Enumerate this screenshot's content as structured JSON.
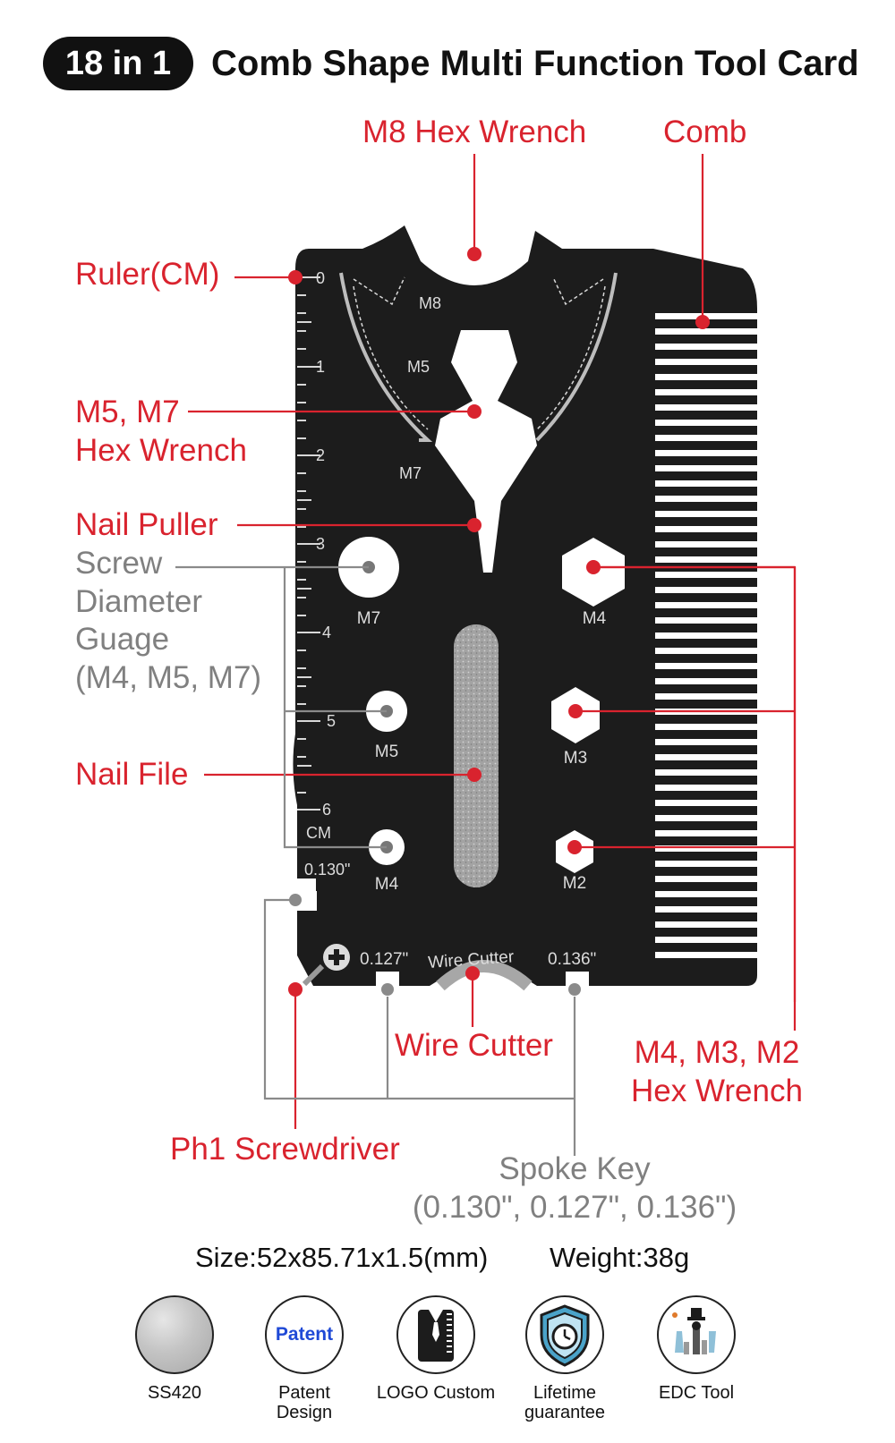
{
  "header": {
    "badge": "18 in 1",
    "title": "Comb Shape Multi Function Tool Card"
  },
  "labels": {
    "m8_hex_wrench": "M8 Hex Wrench",
    "comb": "Comb",
    "ruler_cm": "Ruler(CM)",
    "m5_m7_line1": "M5, M7",
    "m5_m7_line2": "Hex Wrench",
    "nail_puller": "Nail Puller",
    "screw_gauge_lines": [
      "Screw",
      "Diameter",
      "Guage",
      "(M4, M5, M7)"
    ],
    "nail_file": "Nail File",
    "wire_cutter": "Wire Cutter",
    "m4_m3_m2_line1": "M4, M3, M2",
    "m4_m3_m2_line2": "Hex Wrench",
    "ph1_screwdriver": "Ph1 Screwdriver",
    "spoke_key_line1": "Spoke Key",
    "spoke_key_line2": "(0.130\", 0.127\", 0.136\")"
  },
  "card_markings": {
    "ruler_ticks": [
      "0",
      "1",
      "2",
      "3",
      "4",
      "5",
      "6"
    ],
    "ruler_unit": "CM",
    "hex_m8": "M8",
    "hex_m5": "M5",
    "hex_m7": "M7",
    "hole_m7": "M7",
    "hole_m5": "M5",
    "hole_m4": "M4",
    "hex_m4": "M4",
    "hex_m3": "M3",
    "hex_m2": "M2",
    "spoke_0130": "0.130\"",
    "spoke_0127": "0.127\"",
    "spoke_0136": "0.136\"",
    "wire_cutter_text": "Wire Cutter"
  },
  "specs": {
    "size": "Size:52x85.71x1.5(mm)",
    "weight": "Weight:38g"
  },
  "features": [
    {
      "label_lines": [
        "SS420"
      ]
    },
    {
      "badge_text": "Patent",
      "label_lines": [
        "Patent",
        "Design"
      ]
    },
    {
      "label_lines": [
        "LOGO Custom"
      ]
    },
    {
      "label_lines": [
        "Lifetime",
        "guarantee"
      ]
    },
    {
      "label_lines": [
        "EDC Tool"
      ]
    }
  ],
  "colors": {
    "accent_red": "#d9232e",
    "callout_gray": "#808080",
    "card_black": "#1c1c1c",
    "file_gray": "#a3a3a3"
  }
}
